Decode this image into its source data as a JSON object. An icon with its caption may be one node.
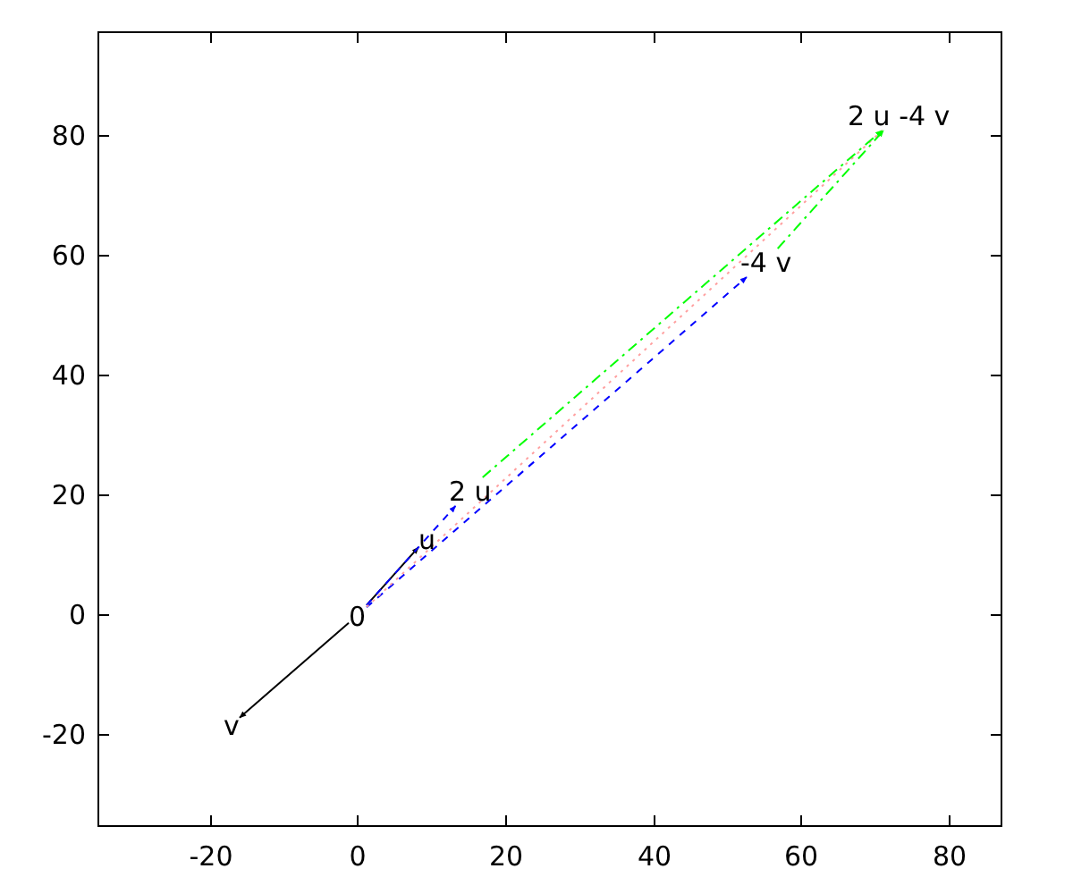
{
  "diagram": {
    "nodes": [
      {
        "text": [
          "0"
        ]
      },
      {
        "text": [
          "u"
        ]
      },
      {
        "text": [
          "v"
        ]
      },
      {
        "text": [
          "2 u"
        ]
      },
      {
        "text": [
          "-4 v"
        ]
      },
      {
        "text": [
          "2 u -4 v"
        ]
      }
    ],
    "edges": [
      {
        "from": 0,
        "to": 1,
        "arrow": "to"
      },
      {
        "from": 0,
        "to": 2,
        "arrow": "to"
      },
      {
        "from": 0,
        "to": 3,
        "arrow": "to",
        "style": "dashed",
        "color": "#0000ff"
      },
      {
        "from": 0,
        "to": 4,
        "arrow": "to",
        "style": "dashed",
        "color": "#0000ff"
      },
      {
        "from": 0,
        "to": 5,
        "arrow": "to",
        "style": "dashed",
        "color": "#ffa0a0"
      },
      {
        "from": 3,
        "to": 5,
        "arrow": "to",
        "style": "dashed",
        "color": "#00ff00"
      },
      {
        "from": 4,
        "to": 5,
        "arrow": "to",
        "style": "dashed",
        "color": "#00ff00"
      }
    ],
    "labels": [
      "80",
      "60",
      "40",
      "20",
      "0",
      "-20",
      "-20",
      "0",
      "20",
      "40",
      "60",
      "80"
    ]
  }
}
